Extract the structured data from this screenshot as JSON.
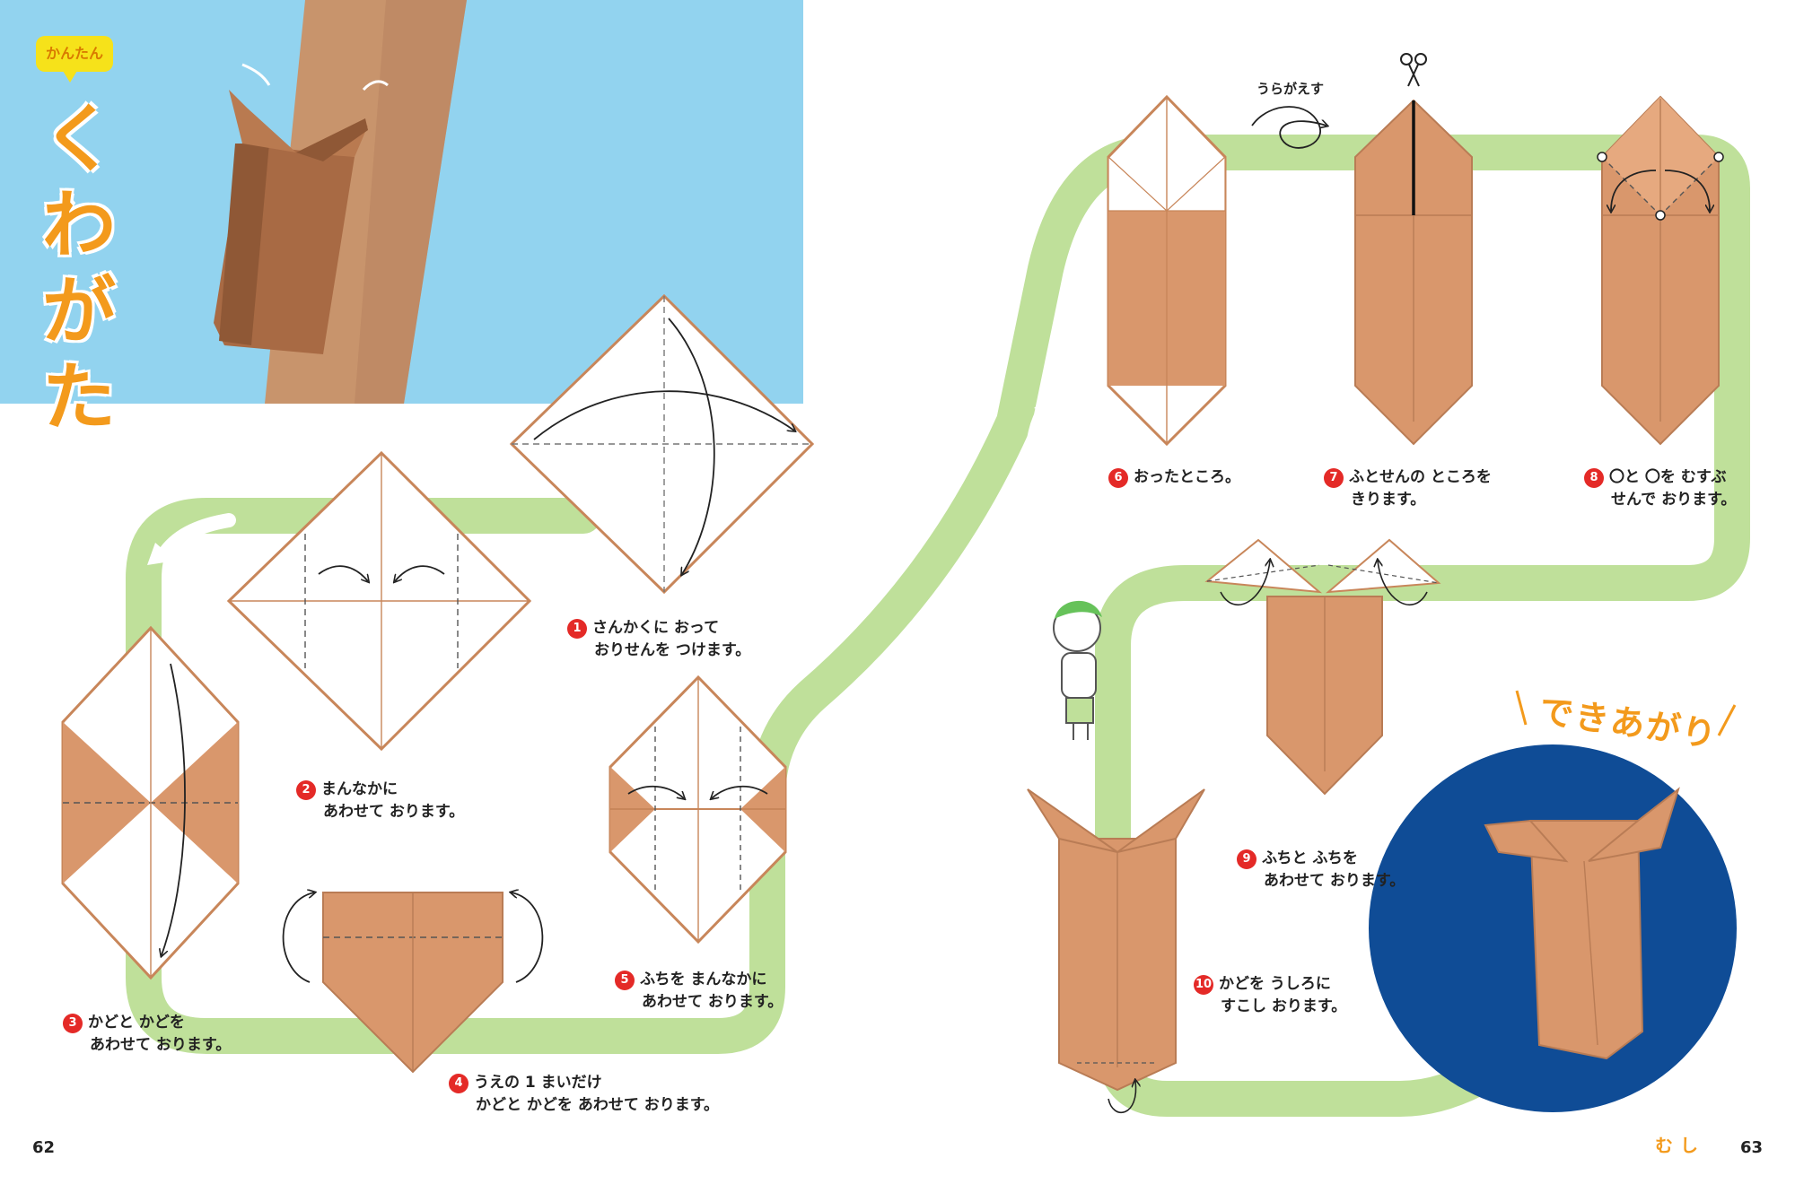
{
  "header": {
    "badge": "かんたん",
    "title": "くわがた"
  },
  "colors": {
    "sky": "#8ed1ef",
    "paper": "#d9976c",
    "paper_dark": "#b97c55",
    "path_green": "#bfe09a",
    "accent_orange": "#f39a1c",
    "step_red": "#e42a27",
    "navy": "#0f4c96"
  },
  "steps": [
    {
      "num": "1",
      "line1": "さんかくに おって",
      "line2": "おりせんを つけます。"
    },
    {
      "num": "2",
      "line1": "まんなかに",
      "line2": "あわせて おります。"
    },
    {
      "num": "3",
      "line1": "かどと かどを",
      "line2": "あわせて おります。"
    },
    {
      "num": "4",
      "line1": "うえの 1 まいだけ",
      "line2": "かどと かどを あわせて おります。"
    },
    {
      "num": "5",
      "line1": "ふちを まんなかに",
      "line2": "あわせて おります。"
    },
    {
      "num": "6",
      "line1": "おったところ。",
      "line2": ""
    },
    {
      "num": "7",
      "line1": "ふとせんの ところを",
      "line2": "きります。"
    },
    {
      "num": "8",
      "line1": "〇と 〇を むすぶ",
      "line2": "せんで おります。"
    },
    {
      "num": "9",
      "line1": "ふちと ふちを",
      "line2": "あわせて おります。"
    },
    {
      "num": "10",
      "line1": "かどを うしろに",
      "line2": "すこし おります。"
    }
  ],
  "labels": {
    "flip": "うらがえす",
    "completed": "できあがり"
  },
  "icons": {
    "scissors": "scissors-icon",
    "arrow": "curved-arrow-icon",
    "boy": "boy-illustration"
  },
  "footer": {
    "page_left": "62",
    "page_right": "63",
    "section": "むし"
  }
}
